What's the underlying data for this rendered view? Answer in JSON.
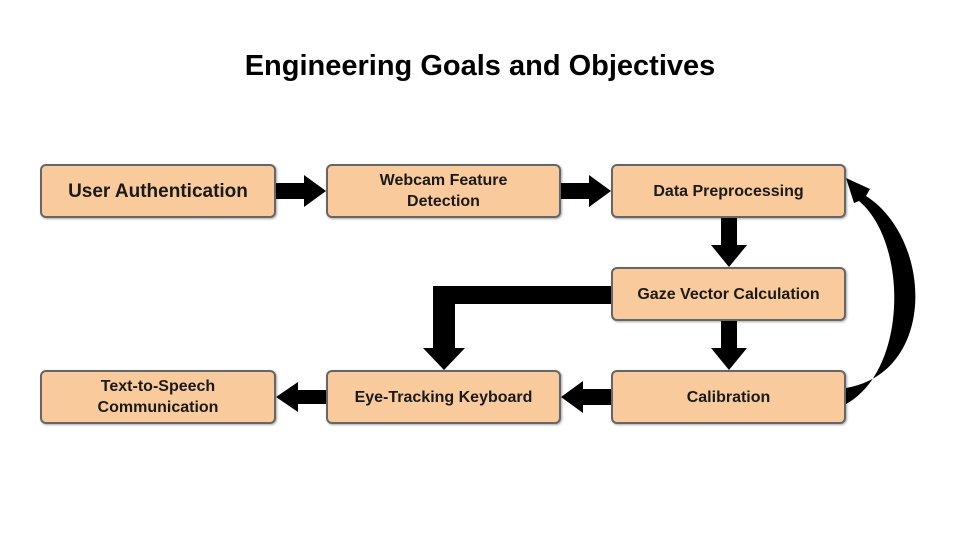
{
  "title": "Engineering Goals and Objectives",
  "colors": {
    "node_fill": "#f9cb9c",
    "node_border": "#666666",
    "arrow": "#000000"
  },
  "nodes": {
    "user_authentication": "User Authentication",
    "webcam_feature_detection": "Webcam Feature\nDetection",
    "data_preprocessing": "Data Preprocessing",
    "gaze_vector_calculation": "Gaze Vector Calculation",
    "calibration": "Calibration",
    "eye_tracking_keyboard": "Eye-Tracking Keyboard",
    "text_to_speech": "Text-to-Speech\nCommunication"
  }
}
